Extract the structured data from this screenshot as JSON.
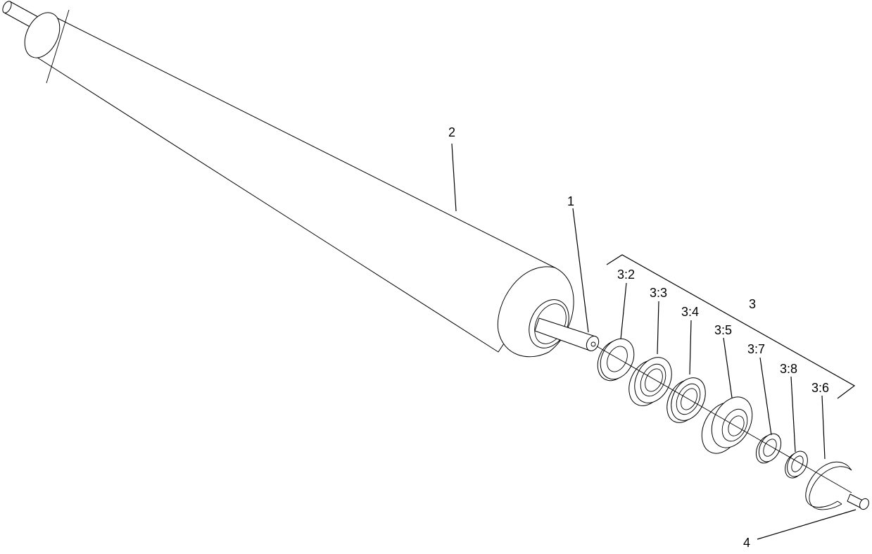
{
  "callouts": {
    "shaft": "1",
    "roller_tube": "2",
    "bearing_kit": "3",
    "grease_fitting": "4",
    "kit_3_2": "3:2",
    "kit_3_3": "3:3",
    "kit_3_4": "3:4",
    "kit_3_5": "3:5",
    "kit_3_6": "3:6",
    "kit_3_7": "3:7",
    "kit_3_8": "3:8"
  }
}
